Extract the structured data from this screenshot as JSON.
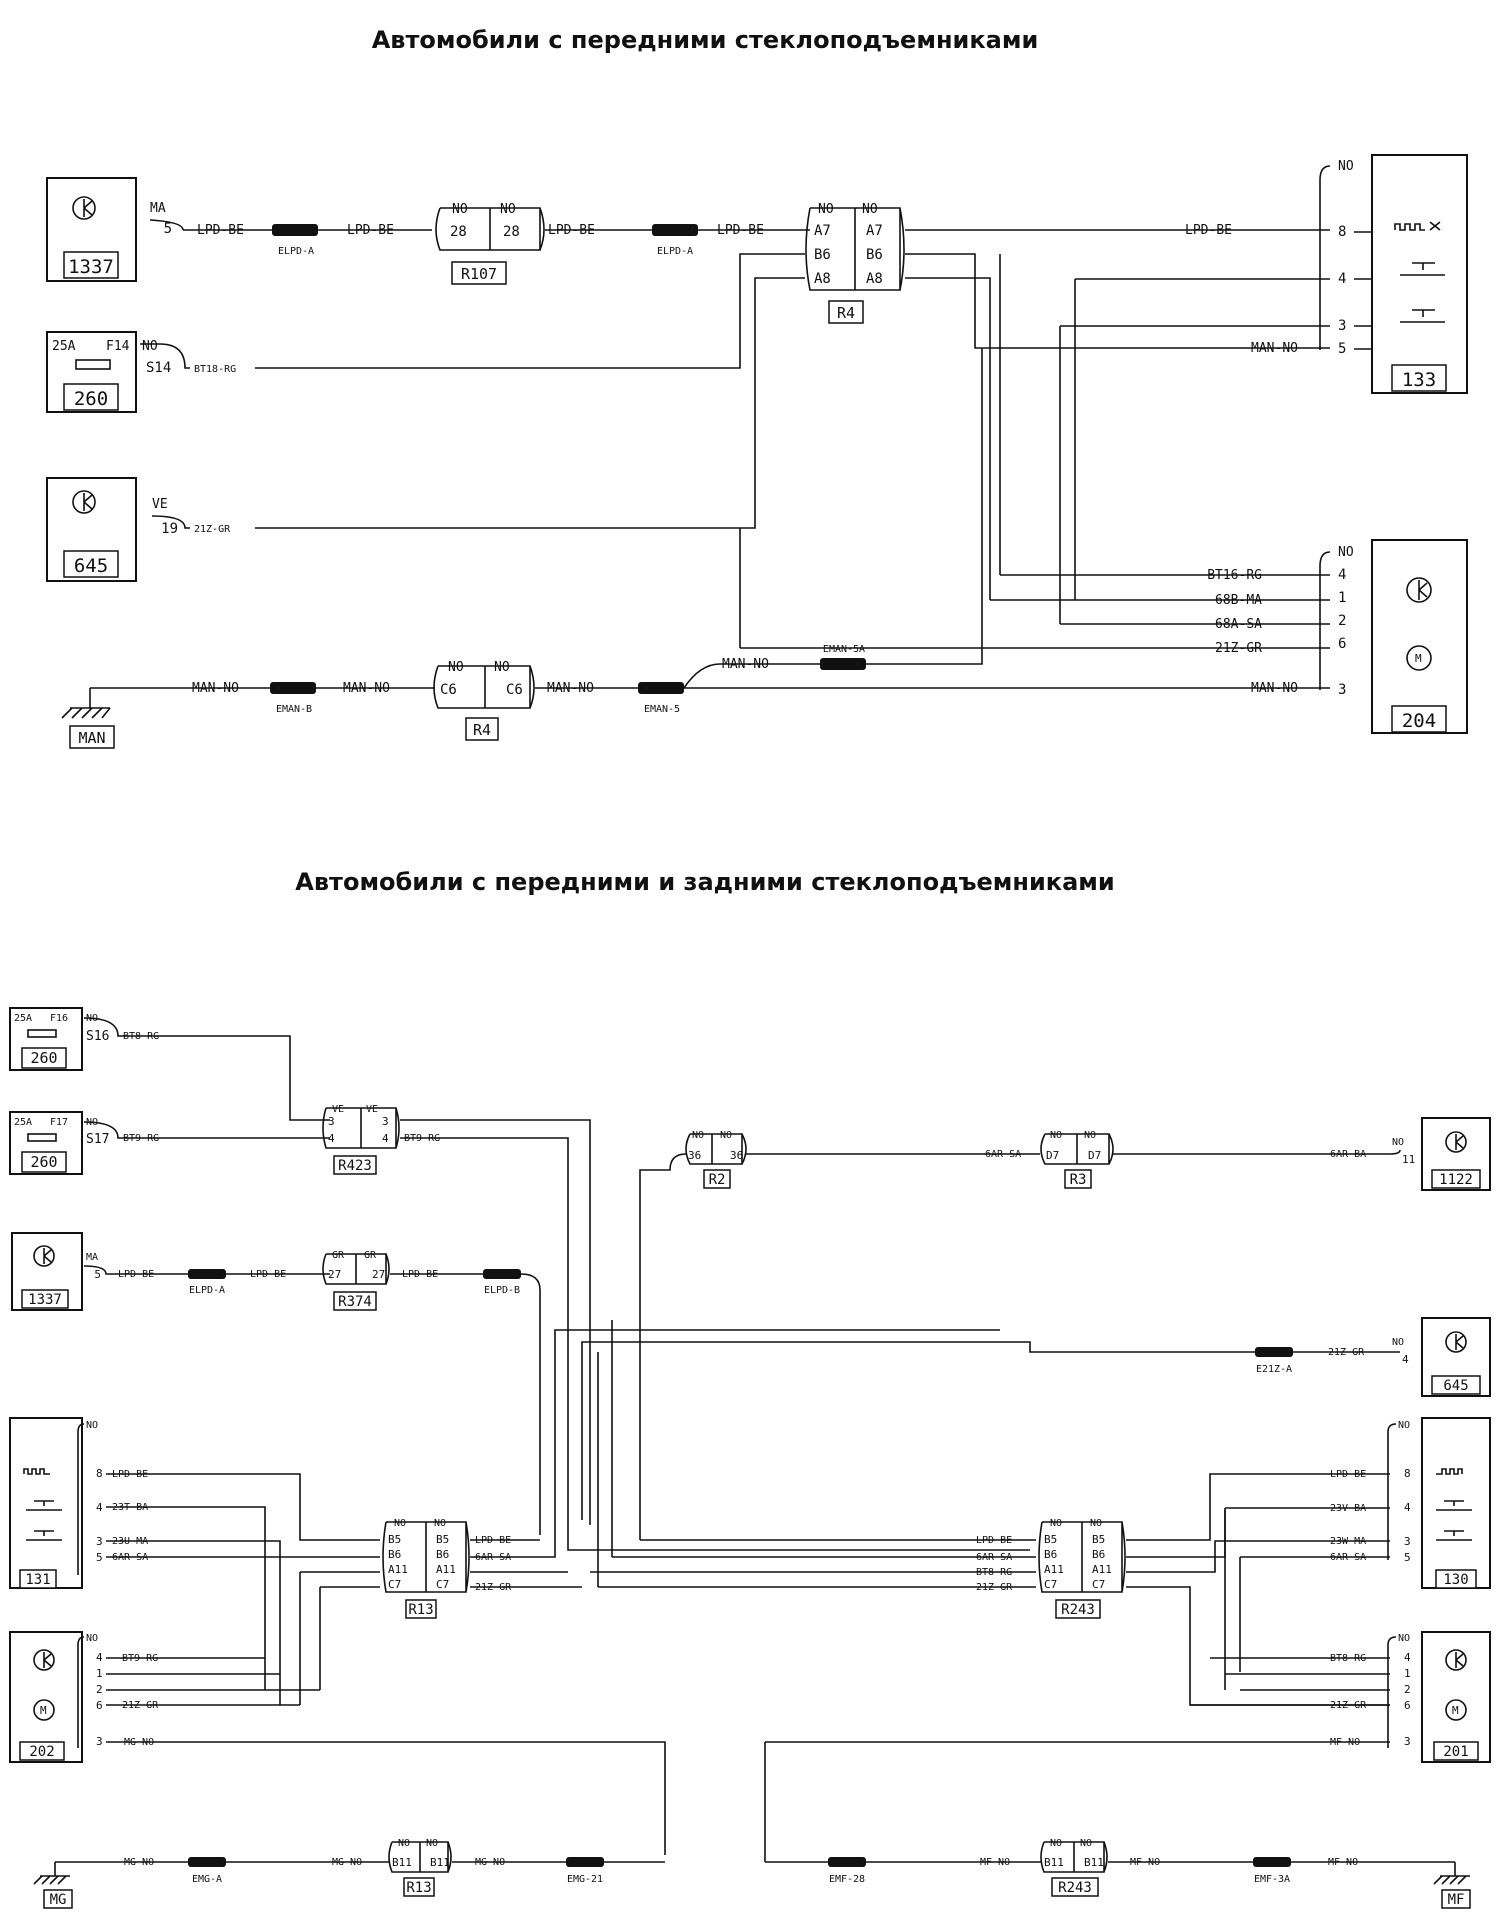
{
  "titles": {
    "top": "Автомобили с передними стеклоподъемниками",
    "bottom": "Автомобили с передними и задними стеклоподъемниками"
  },
  "top": {
    "components": {
      "c1337": "1337",
      "c260": "260",
      "c645": "645",
      "c133": "133",
      "c204": "204",
      "man": "MAN"
    },
    "fuse": {
      "rating": "25A",
      "id": "F14",
      "pin": "S14"
    },
    "connectors": {
      "R107": {
        "id": "R107",
        "col": "NO",
        "pin": "28"
      },
      "R4a": {
        "id": "R4",
        "col": "NO",
        "pins": [
          "A7",
          "B6",
          "A8"
        ]
      },
      "R4b": {
        "id": "R4",
        "col": "NO",
        "pin": "C6"
      }
    },
    "splices": [
      "ELPD-A",
      "ELPD-A",
      "EMAN-B",
      "EMAN-5",
      "EMAN-5A"
    ],
    "wires": {
      "lpd": "LPD-BE",
      "bt18": "BT18-RG",
      "bt16": "BT16-RG",
      "z21": "21Z-GR",
      "man": "MAN-NO",
      "b68": "68B-MA",
      "a68": "68A-SA"
    },
    "pins": {
      "p1337": "5",
      "c1337": "MA",
      "p260col": "NO",
      "p645": "19",
      "c645": "VE",
      "c133": "NO",
      "p133": [
        "8",
        "4",
        "3",
        "5"
      ],
      "c204": "NO",
      "p204": [
        "4",
        "1",
        "2",
        "6",
        "3"
      ]
    }
  },
  "bottom": {
    "components": {
      "c260a": "260",
      "c260b": "260",
      "c1337": "1337",
      "c131": "131",
      "c202": "202",
      "c1122": "1122",
      "c645": "645",
      "c130": "130",
      "c201": "201",
      "mg": "MG",
      "mf": "MF"
    },
    "fuses": [
      {
        "rating": "25A",
        "id": "F16",
        "pin": "S16"
      },
      {
        "rating": "25A",
        "id": "F17",
        "pin": "S17"
      }
    ],
    "connectors": {
      "R423": {
        "id": "R423",
        "col": "VE",
        "pins": [
          "3",
          "4"
        ]
      },
      "R2": {
        "id": "R2",
        "col": "NO",
        "pin": "36"
      },
      "R3": {
        "id": "R3",
        "col": "NO",
        "pin": "D7"
      },
      "R374": {
        "id": "R374",
        "col": "GR",
        "pin": "27"
      },
      "R13": {
        "id": "R13",
        "col": "NO",
        "pins": [
          "B5",
          "B6",
          "A11",
          "C7"
        ]
      },
      "R243": {
        "id": "R243",
        "col": "NO",
        "pins": [
          "B5",
          "B6",
          "A11",
          "C7"
        ]
      },
      "R13g": {
        "id": "R13",
        "col": "NO",
        "pin": "B11"
      },
      "R243g": {
        "id": "R243",
        "col": "NO",
        "pin": "B11"
      }
    },
    "splices": [
      "ELPD-A",
      "ELPD-B",
      "E21Z-A",
      "EMG-A",
      "EMG-21",
      "EMF-28",
      "EMF-3A"
    ],
    "wires": {
      "bt8": "BT8-RG",
      "bt9": "BT9-RG",
      "lpd": "LPD-BE",
      "t23": "23T-BA",
      "u23": "23U-MA",
      "v23": "23V-BA",
      "w23": "23W-MA",
      "gar6": "6AR-SA",
      "gar6b": "6AR-BA",
      "z21": "21Z-GR",
      "mg": "MG-NO",
      "mf": "MF-NO"
    },
    "pins": {
      "p1337": "5",
      "c1337": "MA",
      "col": "NO",
      "p131": [
        "8",
        "4",
        "3",
        "5"
      ],
      "p202": [
        "4",
        "1",
        "2",
        "6",
        "3"
      ],
      "p1122": "11",
      "p645": "4",
      "p130": [
        "8",
        "4",
        "3",
        "5"
      ],
      "p201": [
        "4",
        "1",
        "2",
        "6",
        "3"
      ]
    }
  }
}
